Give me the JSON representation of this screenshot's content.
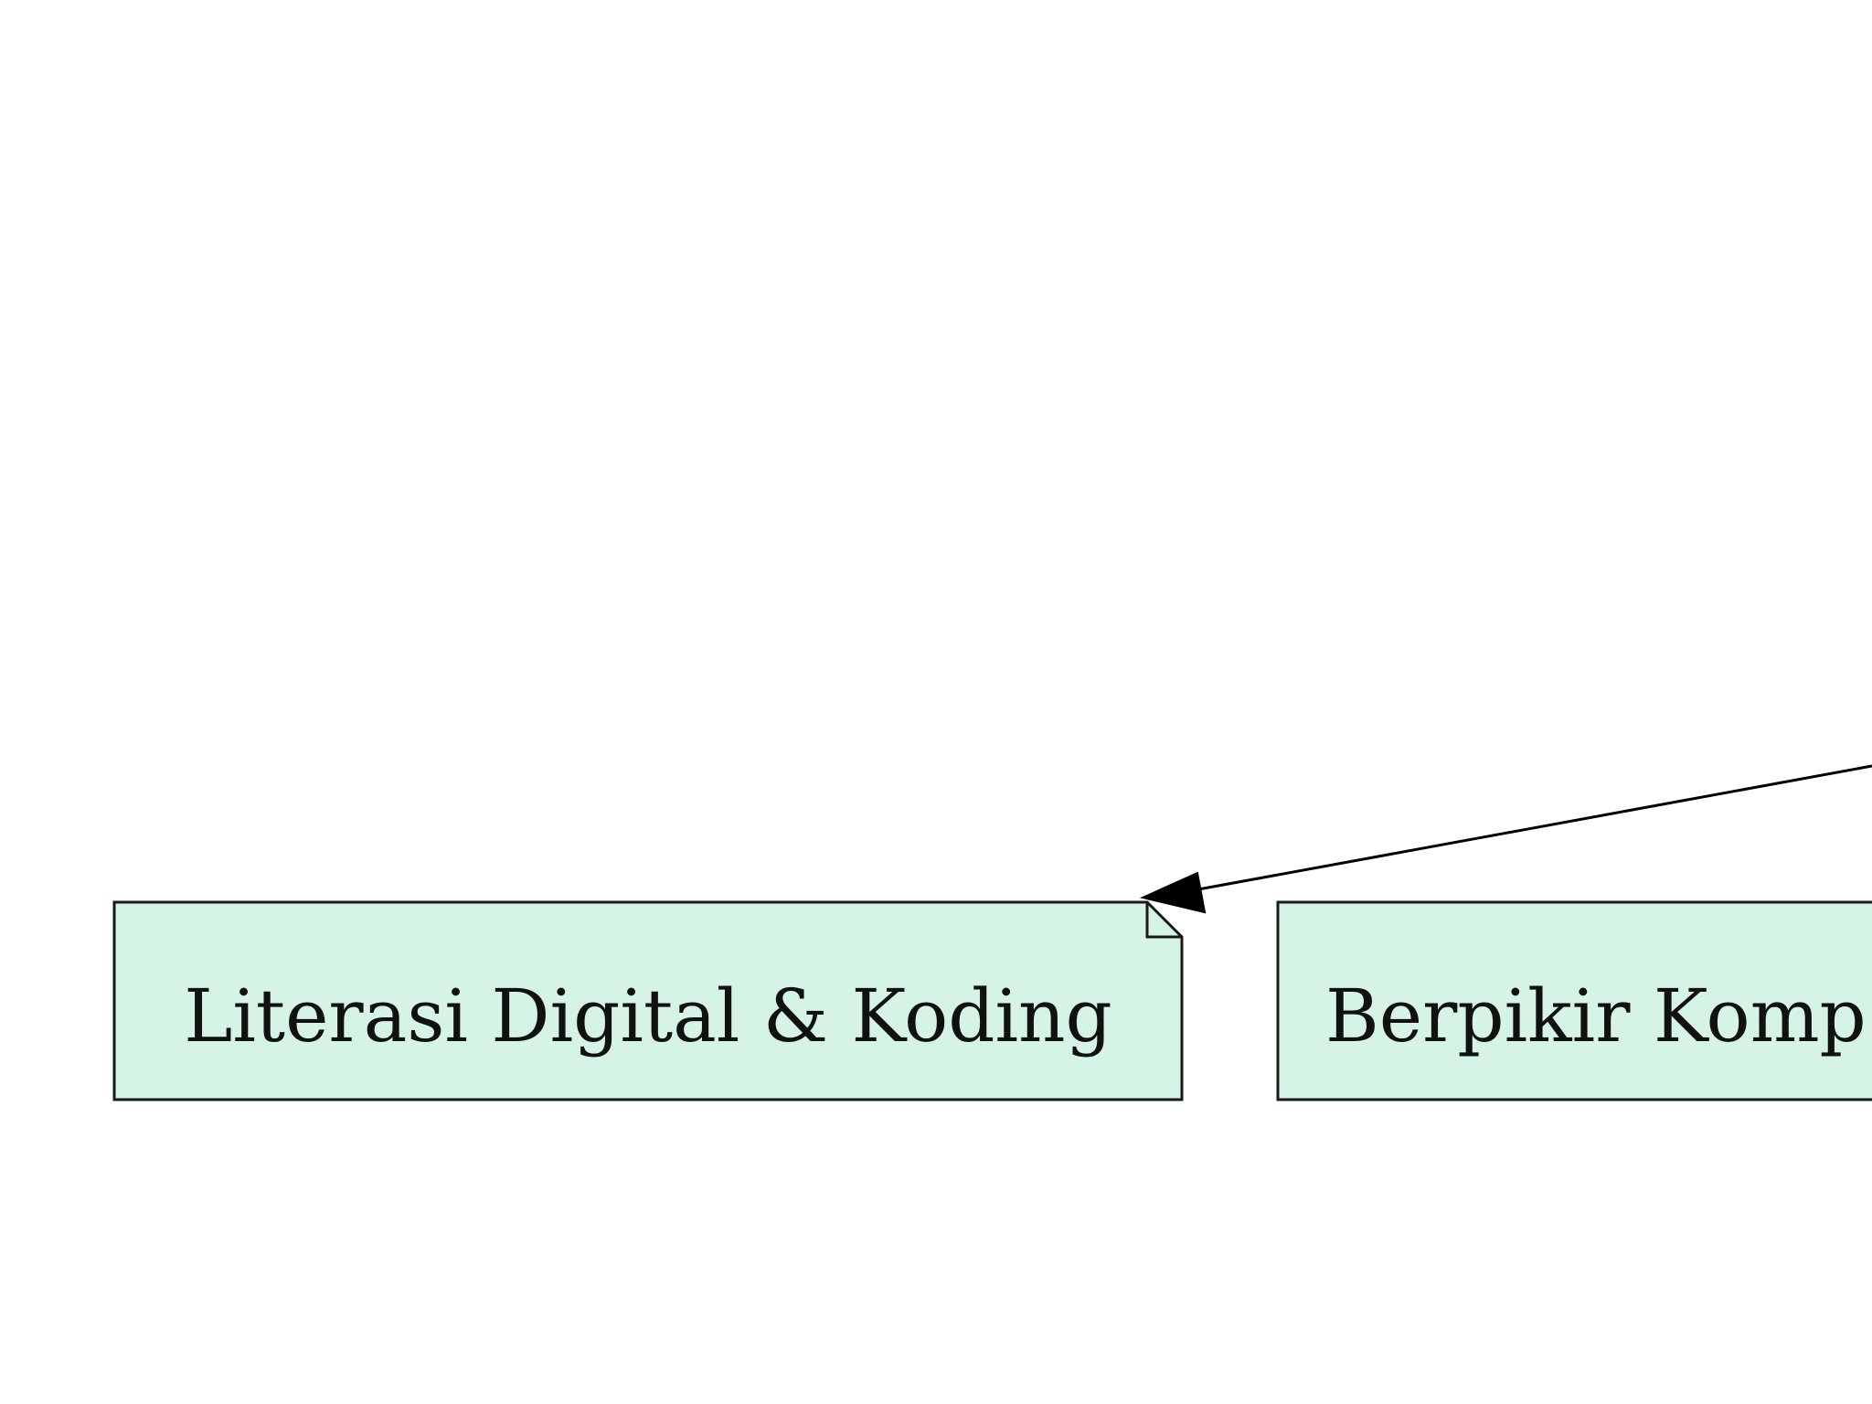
{
  "diagram": {
    "nodes": [
      {
        "id": "n1",
        "label": "Literasi Digital & Koding",
        "shape": "note",
        "fill": "#d5f4e6",
        "stroke": "#1a1a1a"
      },
      {
        "id": "n2",
        "label": "Berpikir Komp",
        "shape": "box",
        "fill": "#d5f4e6",
        "stroke": "#1a1a1a"
      }
    ],
    "edges": [
      {
        "from": "offscreen-right",
        "to": "n1",
        "arrow": "filled-triangle",
        "color": "#000000"
      }
    ]
  }
}
